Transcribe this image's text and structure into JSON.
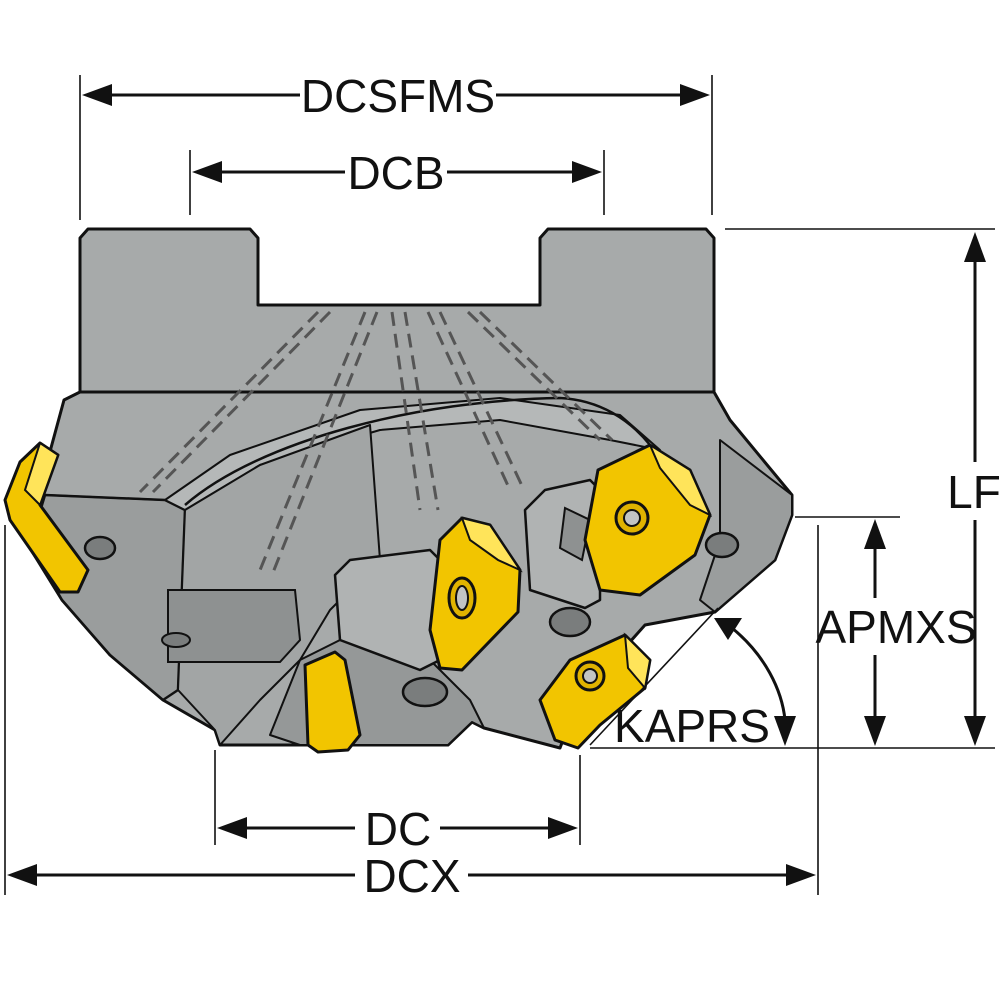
{
  "diagram": {
    "labels": {
      "dcsfms": "DCSFMS",
      "dcb": "DCB",
      "lf": "LF",
      "apmxs": "APMXS",
      "kaprs": "KAPRS",
      "dc": "DC",
      "dcx": "DCX"
    },
    "colors": {
      "body": "#a7aaaa",
      "body_shadow": "#8e9191",
      "body_highlight": "#c2c4c4",
      "outline": "#111111",
      "coolant_channel": "#6d7070",
      "insert": "#f2c500",
      "insert_dark": "#c99f00",
      "insert_light": "#ffe45a",
      "dimension": "#111111",
      "background": "#ffffff"
    },
    "icons": [
      "screw-icon"
    ]
  }
}
